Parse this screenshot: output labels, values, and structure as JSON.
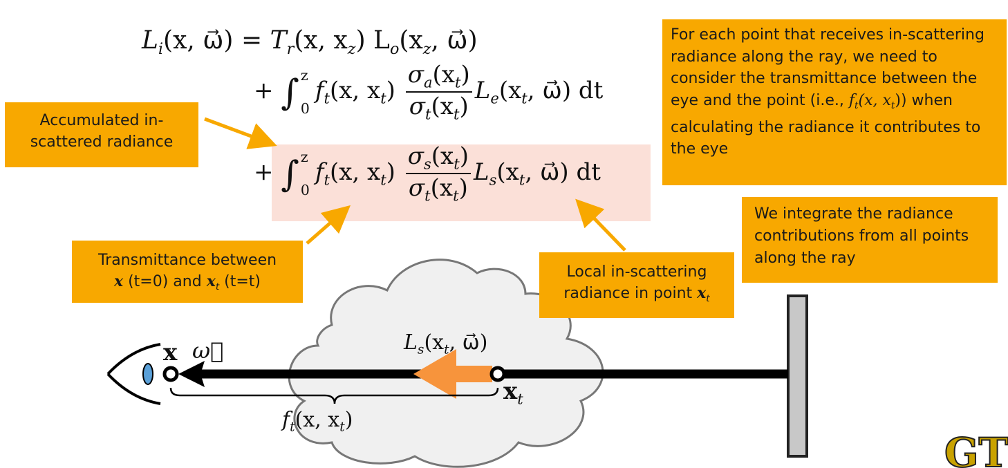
{
  "slide": {
    "background_color": "#ffffff",
    "callout_color": "#f8a800",
    "highlight_color": "#fbe0d8"
  },
  "equation": {
    "lhs": "L",
    "lhs_sub": "i",
    "args": "(x, ω⃗)",
    "eq": "=",
    "term1": "T",
    "term1_sub": "r",
    "term1_args": "(x, x",
    "term1_args_sub": "z",
    "term1_rest": ") L",
    "term1_lo": "o",
    "term1_lo_args": "(x",
    "term1_lo_args_sub": "z",
    "term1_lo_args_end": ", ω⃗)",
    "plus": "+",
    "integral": "∫",
    "upper_limit": "z",
    "lower_limit": "0",
    "ft": "f",
    "ft_sub": "t",
    "ft_args": "(x, x",
    "ft_args_sub": "t",
    "ft_args_end": ")",
    "sigma_a": "σ",
    "sigma_a_sub": "a",
    "sigma_s": "σ",
    "sigma_s_sub": "s",
    "sigma_t": "σ",
    "sigma_t_sub": "t",
    "sigma_args": "(x",
    "sigma_args_sub": "t",
    "sigma_args_end": ")",
    "Le": "L",
    "Le_sub": "e",
    "Ls": "L",
    "Ls_sub": "s",
    "L_args": "(x",
    "L_args_sub": "t",
    "L_args_end": ", ω⃗) dt"
  },
  "callouts": {
    "accumulated": "Accumulated in-scattered  radiance",
    "transmittance_line1": "Transmittance between",
    "transmittance_x": "x",
    "transmittance_mid": " (t=0) and ",
    "transmittance_xt": "x",
    "transmittance_xt_sub": "t",
    "transmittance_end": " (t=t)",
    "local_line1": "Local in-scattering",
    "local_line2": "radiance in point ",
    "local_x": "x",
    "local_x_sub": "t",
    "topright_part1": "For each point that receives in-scattering radiance along the ray, we need to consider the transmittance between the eye and the point (i.e., ",
    "topright_f": "f",
    "topright_f_sub": "t",
    "topright_args": "(x, x",
    "topright_args_sub": "t",
    "topright_args_end": ")",
    "topright_part2": ") when calculating the radiance it contributes to the eye",
    "integrate": "We integrate the radiance contributions from all points along the ray"
  },
  "diagram": {
    "eye_label": "x",
    "omega_label": "ω⃗",
    "xt_label": "x",
    "xt_sub": "t",
    "ls_label": "L",
    "ls_sub": "s",
    "ls_args": "(x",
    "ls_args_sub": "t",
    "ls_args_end": ", ω⃗)",
    "ft_label": "f",
    "ft_sub": "t",
    "ft_args": "(x, x",
    "ft_args_sub": "t",
    "ft_args_end": ")"
  },
  "logo": {
    "text": "GT"
  }
}
